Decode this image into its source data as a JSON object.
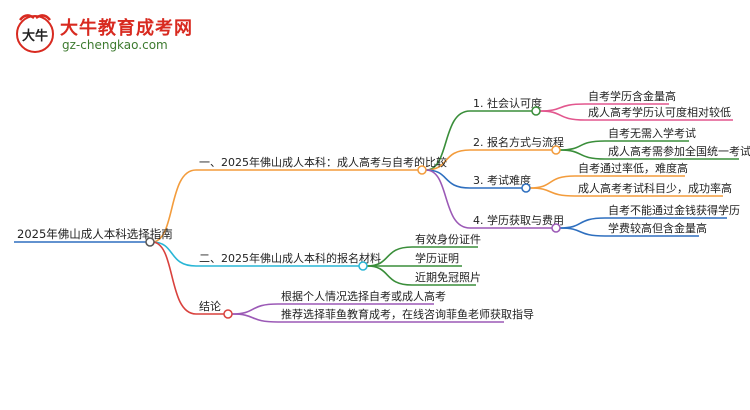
{
  "logo": {
    "brand": "大牛教育成考网",
    "domain": "gz-chengkao.com",
    "mark_text": "大牛"
  },
  "root": {
    "label": "2025年佛山成人本科选择指南"
  },
  "branches": [
    {
      "label": "一、2025年佛山成人本科：成人高考与自考的比较",
      "color": "#f39c3c",
      "children": [
        {
          "label": "1. 社会认可度",
          "color": "#3a8e3a",
          "leaves": [
            "自考学历含金量高",
            "成人高考学历认可度相对较低"
          ],
          "leaf_color": "#e2578e"
        },
        {
          "label": "2. 报名方式与流程",
          "color": "#f39c3c",
          "leaves": [
            "自考无需入学考试",
            "成人高考需参加全国统一考试"
          ],
          "leaf_color": "#3a8e3a"
        },
        {
          "label": "3. 考试难度",
          "color": "#2e6fbf",
          "leaves": [
            "自考通过率低，难度高",
            "成人高考考试科目少，成功率高"
          ],
          "leaf_color": "#f39c3c"
        },
        {
          "label": "4. 学历获取与费用",
          "color": "#9b59b6",
          "leaves": [
            "自考不能通过金钱获得学历",
            "学费较高但含金量高"
          ],
          "leaf_color": "#2e6fbf"
        }
      ]
    },
    {
      "label": "二、2025年佛山成人本科的报名材料",
      "color": "#29b6d6",
      "leaves": [
        "有效身份证件",
        "学历证明",
        "近期免冠照片"
      ],
      "leaf_color": "#3a8e3a"
    },
    {
      "label": "结论",
      "color": "#d9413d",
      "leaves": [
        "根据个人情况选择自考或成人高考",
        "推荐选择菲鱼教育成考，在线咨询菲鱼老师获取指导"
      ],
      "leaf_color": "#9b59b6"
    }
  ]
}
